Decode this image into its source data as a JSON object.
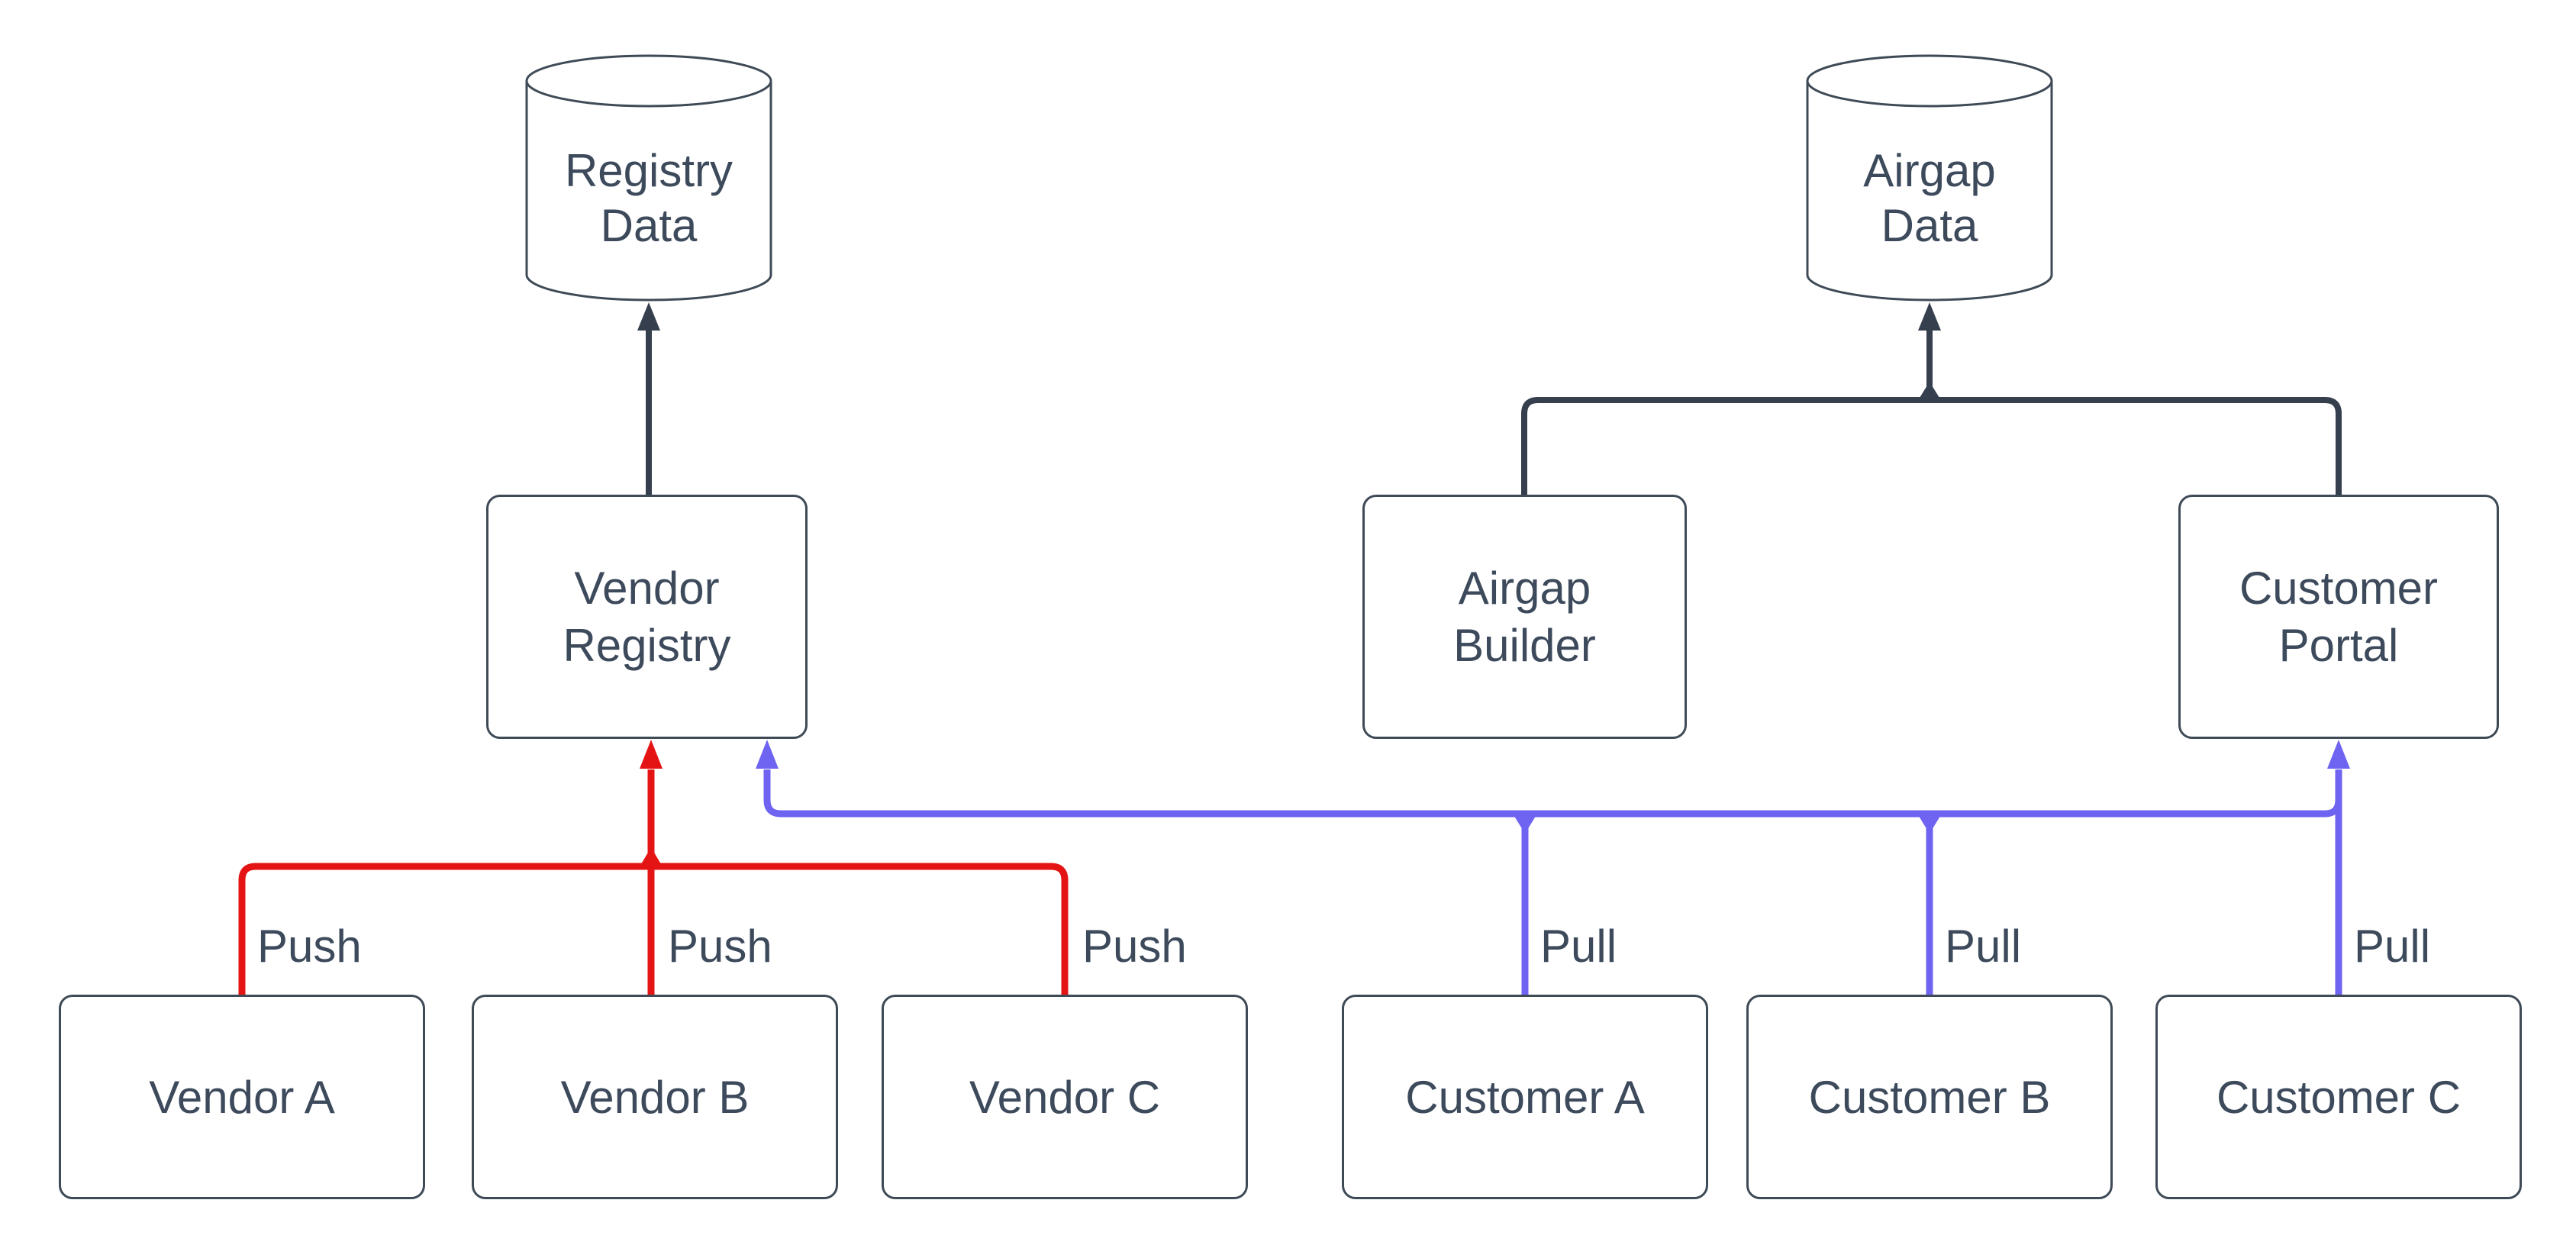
{
  "diagram": {
    "background": "#ffffff",
    "colors": {
      "shape_stroke": "#3F4A57",
      "text": "#3D4A5C",
      "dark_connector": "#363F4E",
      "push_connector": "#E41414",
      "pull_connector": "#6F63F2"
    },
    "databases": [
      {
        "id": "registry-data",
        "lines": [
          "Registry",
          "Data"
        ]
      },
      {
        "id": "airgap-data",
        "lines": [
          "Airgap",
          "Data"
        ]
      }
    ],
    "process_nodes": [
      {
        "id": "vendor-registry",
        "lines": [
          "Vendor",
          "Registry"
        ]
      },
      {
        "id": "airgap-builder",
        "lines": [
          "Airgap",
          "Builder"
        ]
      },
      {
        "id": "customer-portal",
        "lines": [
          "Customer",
          "Portal"
        ]
      }
    ],
    "leaf_nodes": [
      {
        "id": "vendor-a",
        "label": "Vendor A"
      },
      {
        "id": "vendor-b",
        "label": "Vendor B"
      },
      {
        "id": "vendor-c",
        "label": "Vendor C"
      },
      {
        "id": "customer-a",
        "label": "Customer A"
      },
      {
        "id": "customer-b",
        "label": "Customer B"
      },
      {
        "id": "customer-c",
        "label": "Customer C"
      }
    ],
    "edges": {
      "push": [
        {
          "from": "Vendor A",
          "to": "Vendor Registry",
          "label": "Push",
          "color": "#E41414"
        },
        {
          "from": "Vendor B",
          "to": "Vendor Registry",
          "label": "Push",
          "color": "#E41414"
        },
        {
          "from": "Vendor C",
          "to": "Vendor Registry",
          "label": "Push",
          "color": "#E41414"
        }
      ],
      "pull": [
        {
          "from": "Customer A",
          "to": "Vendor Registry",
          "label": "Pull",
          "color": "#6F63F2"
        },
        {
          "from": "Customer B",
          "to": "Vendor Registry",
          "label": "Pull",
          "color": "#6F63F2"
        },
        {
          "from": "Customer C",
          "to": "Customer Portal",
          "label": "Pull",
          "color": "#6F63F2"
        }
      ],
      "dark": [
        {
          "from": "Vendor Registry",
          "to": "Registry Data",
          "color": "#363F4E"
        },
        {
          "from": "Airgap Builder",
          "to": "Airgap Data",
          "color": "#363F4E"
        },
        {
          "from": "Customer Portal",
          "to": "Airgap Data",
          "color": "#363F4E"
        }
      ]
    }
  }
}
